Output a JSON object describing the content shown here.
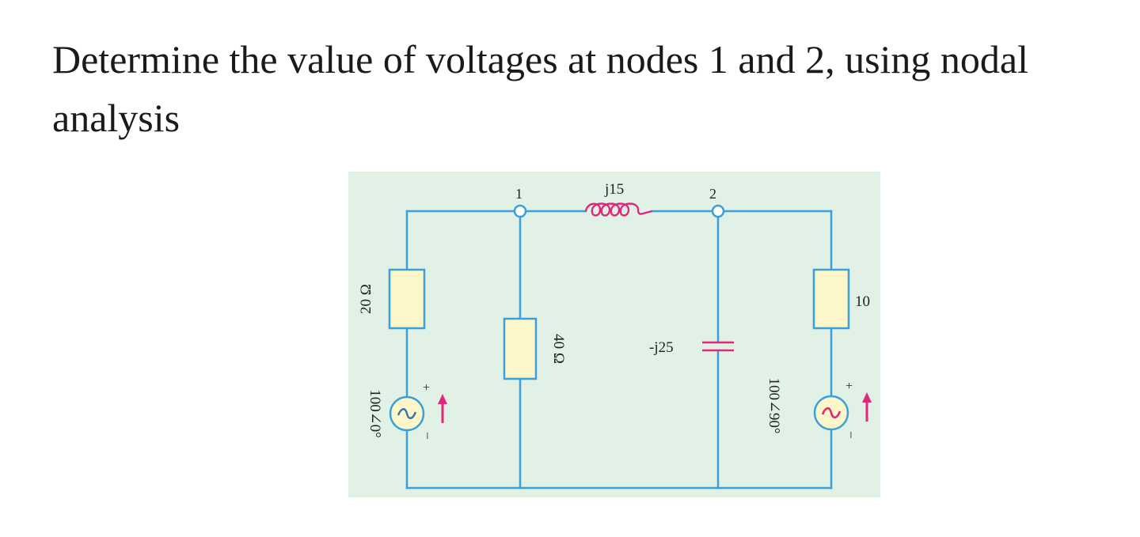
{
  "question": {
    "line1": "Determine the value of voltages at nodes 1 and 2, using nodal",
    "line2": "analysis"
  },
  "circuit": {
    "colors": {
      "background": "#e2f1e5",
      "wire": "#3aa0dc",
      "resistor_fill": "#fdf6c8",
      "inductor": "#e0287a",
      "capacitor": "#e0287a",
      "source_fill": "#fdf6c8",
      "arrow": "#e0287a",
      "text": "#222222"
    },
    "nodes": {
      "node1": "1",
      "node2": "2"
    },
    "labels": {
      "inductor": "j15",
      "capacitor": "-j25",
      "resistor_left": "20 Ω",
      "resistor_middle": "40 Ω",
      "resistor_right": "10",
      "source_left": "100∠0°",
      "source_right": "100∠90°",
      "plus": "+",
      "minus": "–",
      "source_symbol": "~"
    }
  }
}
